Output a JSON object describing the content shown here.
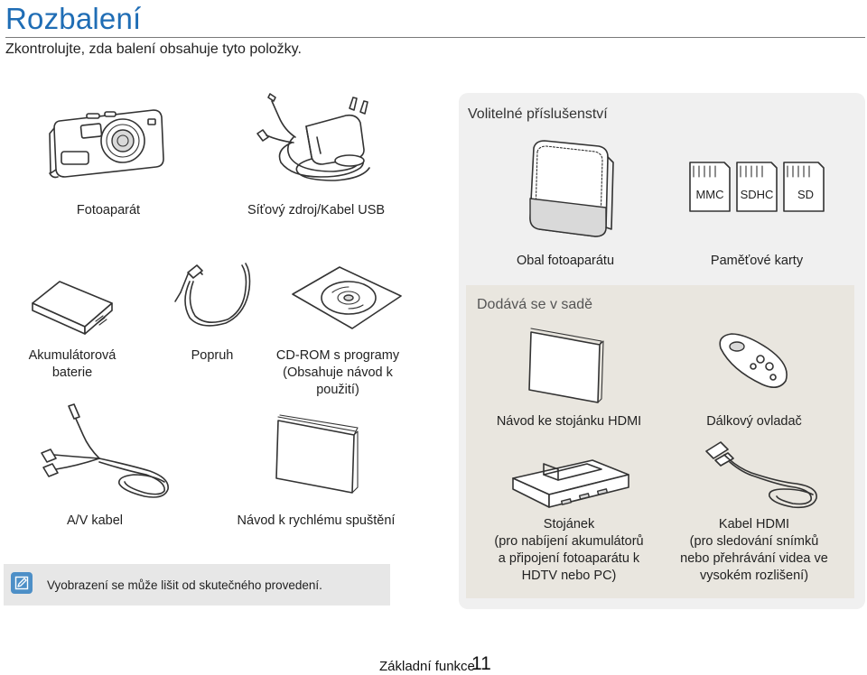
{
  "page": {
    "title": "Rozbalení",
    "subtitle": "Zkontrolujte, zda balení obsahuje tyto položky."
  },
  "items": {
    "camera": "Fotoaparát",
    "charger": "Síťový zdroj/Kabel USB",
    "battery_line1": "Akumulátorová",
    "battery_line2": "baterie",
    "strap": "Popruh",
    "cdrom_line1": "CD-ROM s programy",
    "cdrom_line2": "(Obsahuje návod k",
    "cdrom_line3": "použití)",
    "av_cable": "A/V kabel",
    "quick_guide": "Návod k rychlému spuštění"
  },
  "optional": {
    "title": "Volitelné příslušenství",
    "case": "Obal fotoaparátu",
    "memory_cards": "Paměťové karty",
    "cards": [
      "MMC",
      "SDHC",
      "SD"
    ],
    "included_title": "Dodává se v sadě",
    "hdmi_manual": "Návod ke stojánku HDMI",
    "remote": "Dálkový ovladač",
    "cradle_line1": "Stojánek",
    "cradle_line2": "(pro nabíjení akumulátorů",
    "cradle_line3": "a připojení fotoaparátu k",
    "cradle_line4": "HDTV nebo PC)",
    "hdmi_cable_line1": "Kabel HDMI",
    "hdmi_cable_line2": "(pro sledování snímků",
    "hdmi_cable_line3": "nebo přehrávání videa ve",
    "hdmi_cable_line4": "vysokém rozlišení)"
  },
  "note": {
    "icon": "note-pencil-icon",
    "text": "Vyobrazení se může lišit od skutečného provedení."
  },
  "footer": {
    "label": "Základní funkce",
    "page_number": "11"
  },
  "colors": {
    "title": "#1f6db5",
    "optional_panel": "#f0f0f0",
    "included_panel": "#e9e6df",
    "note_box": "#e7e7e7",
    "note_icon": "#4d8fc7"
  }
}
